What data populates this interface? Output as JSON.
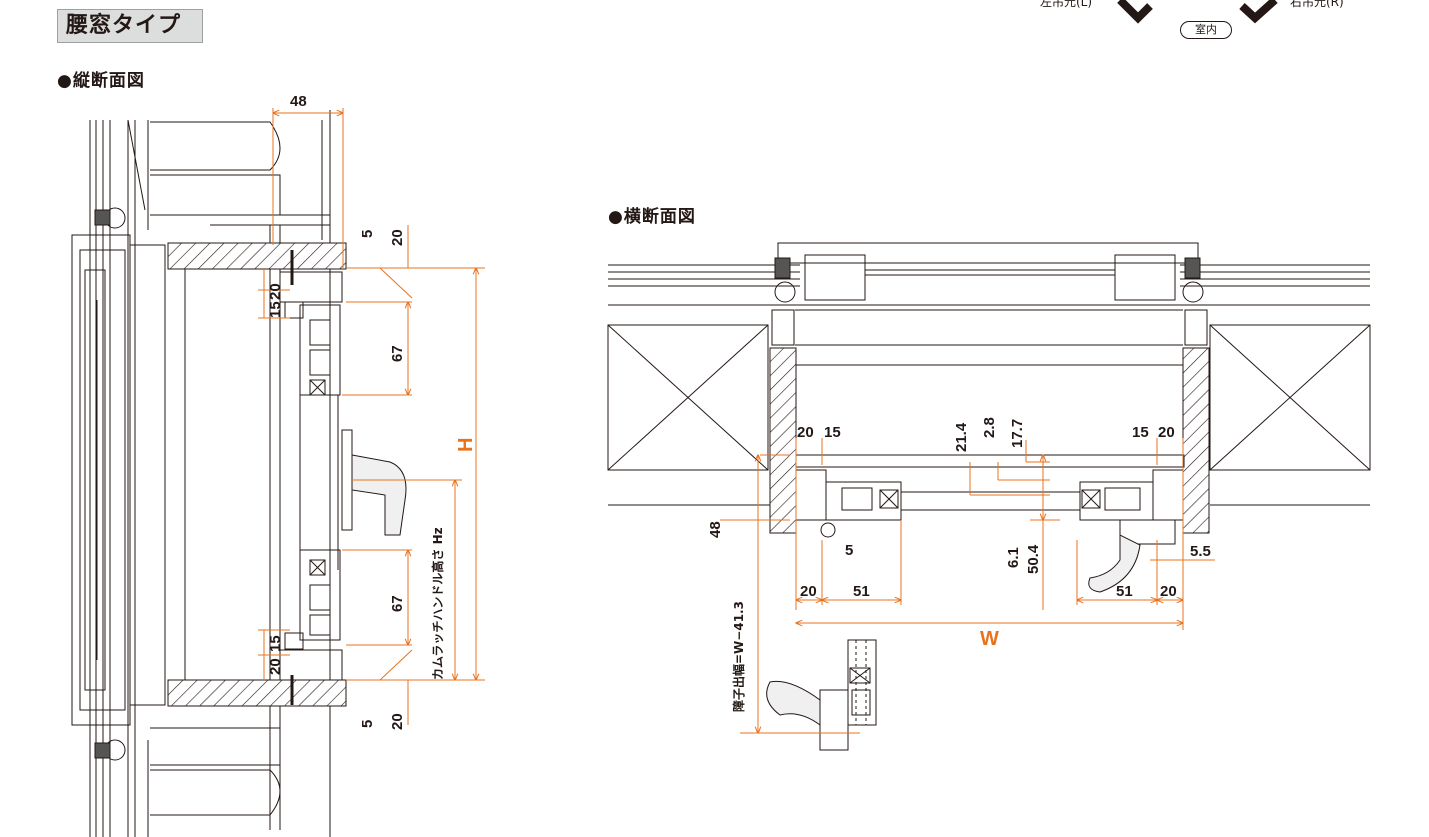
{
  "header": {
    "type_label": "腰窓タイプ",
    "vertical_title": "●縦断面図",
    "horizontal_title": "●横断面図"
  },
  "orientation": {
    "left_label": "左吊元(L)",
    "right_label": "右吊元(R)",
    "indoor_label": "室内"
  },
  "vertical_section": {
    "dims": {
      "top_width": "48",
      "top_5": "5",
      "top_20": "20",
      "upper_20": "20",
      "upper_15": "15",
      "upper_67": "67",
      "lower_67": "67",
      "lower_20": "20",
      "lower_15": "15",
      "bottom_5": "5",
      "bottom_20": "20",
      "height": "H",
      "handle_height": "カムラッチハンドル高さ Hz"
    }
  },
  "horizontal_section": {
    "dims": {
      "left_20": "20",
      "left_15": "15",
      "right_15": "15",
      "right_20": "20",
      "d21_4": "21.4",
      "d2_8": "2.8",
      "d17_7": "17.7",
      "d48": "48",
      "d5": "5",
      "d6_1": "6.1",
      "d50_4": "50.4",
      "d5_5": "5.5",
      "b20_left": "20",
      "b51_left": "51",
      "b51_right": "51",
      "b20_right": "20",
      "width": "W",
      "screen_width": "障子出幅=W−41.3"
    }
  },
  "colors": {
    "dimension": "#e8731f",
    "line": "#231815",
    "label_bg": "#dcdddd"
  }
}
